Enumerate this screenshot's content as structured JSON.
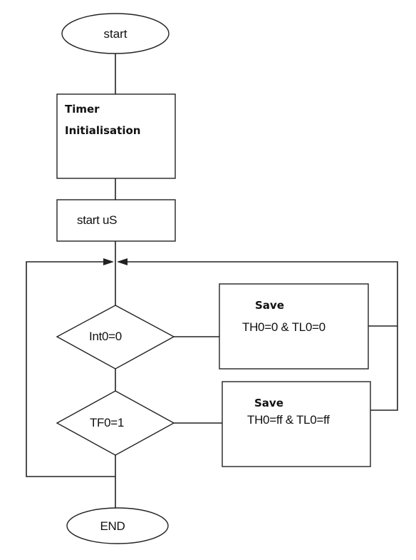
{
  "flowchart": {
    "start": {
      "label": "start"
    },
    "timer_init": {
      "line1": "Timer",
      "line2": "Initialisation"
    },
    "start_us": {
      "label": "start uS"
    },
    "decision_int0": {
      "label": "Int0=0"
    },
    "decision_tf0": {
      "label": "TF0=1"
    },
    "save_zero": {
      "title": "Save",
      "text": "TH0=0 & TL0=0"
    },
    "save_ff": {
      "title": "Save",
      "text": "TH0=ff & TL0=ff"
    },
    "end": {
      "label": "END"
    }
  }
}
